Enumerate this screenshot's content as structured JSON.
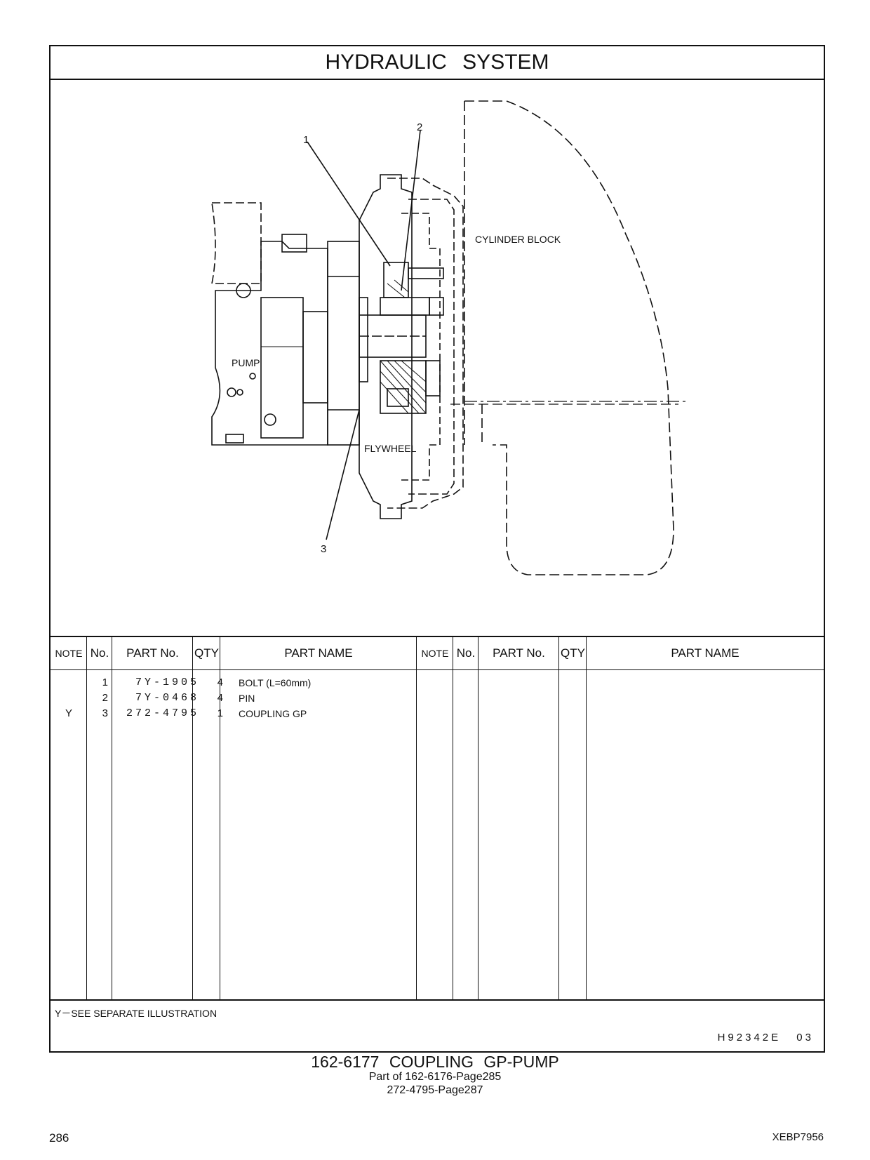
{
  "title": "HYDRAULIC SYSTEM",
  "drawing": {
    "callouts": [
      "1",
      "2",
      "3"
    ],
    "labels": {
      "cylinder_block": "CYLINDER BLOCK",
      "pump": "PUMP",
      "flywheel": "FLYWHEEL"
    }
  },
  "table": {
    "headers": {
      "note": "NOTE",
      "no": "No.",
      "part_no": "PART No.",
      "qty": "QTY",
      "part_name": "PART NAME"
    },
    "rows": [
      {
        "note": "",
        "no": "1",
        "part_no": "7Y-1905",
        "qty": "4",
        "part_name": "BOLT (L=60mm)"
      },
      {
        "note": "",
        "no": "2",
        "part_no": "7Y-0468",
        "qty": "4",
        "part_name": "PIN"
      },
      {
        "note": "Y",
        "no": "3",
        "part_no": "272-4795",
        "qty": "1",
        "part_name": "COUPLING GP"
      }
    ]
  },
  "footnote": "Y－SEE SEPARATE ILLUSTRATION",
  "illustration_code": "H92342E 03",
  "caption": {
    "main": "162-6177 COUPLING GP-PUMP",
    "line2": "Part of 162-6176-Page285",
    "line3": "272-4795-Page287"
  },
  "page_number": "286",
  "doc_code": "XEBP7956"
}
